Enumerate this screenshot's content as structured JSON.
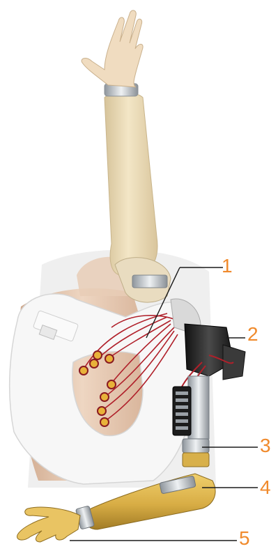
{
  "callouts": [
    {
      "label": "1"
    },
    {
      "label": "2"
    },
    {
      "label": "3"
    },
    {
      "label": "4"
    },
    {
      "label": "5"
    }
  ],
  "colors": {
    "callout_text": "#f08a2c",
    "leader_line": "#1a1a1a",
    "skin": "#ecd6c2",
    "prosthesis_beige": "#ecdcb6",
    "prosthesis_gold": "#d9b24e",
    "vest_white": "#f7f7f7",
    "electrode_wire": "#b0202a",
    "motor_black": "#262626"
  },
  "icons": [
    "prosthetic-arm-illustration"
  ]
}
